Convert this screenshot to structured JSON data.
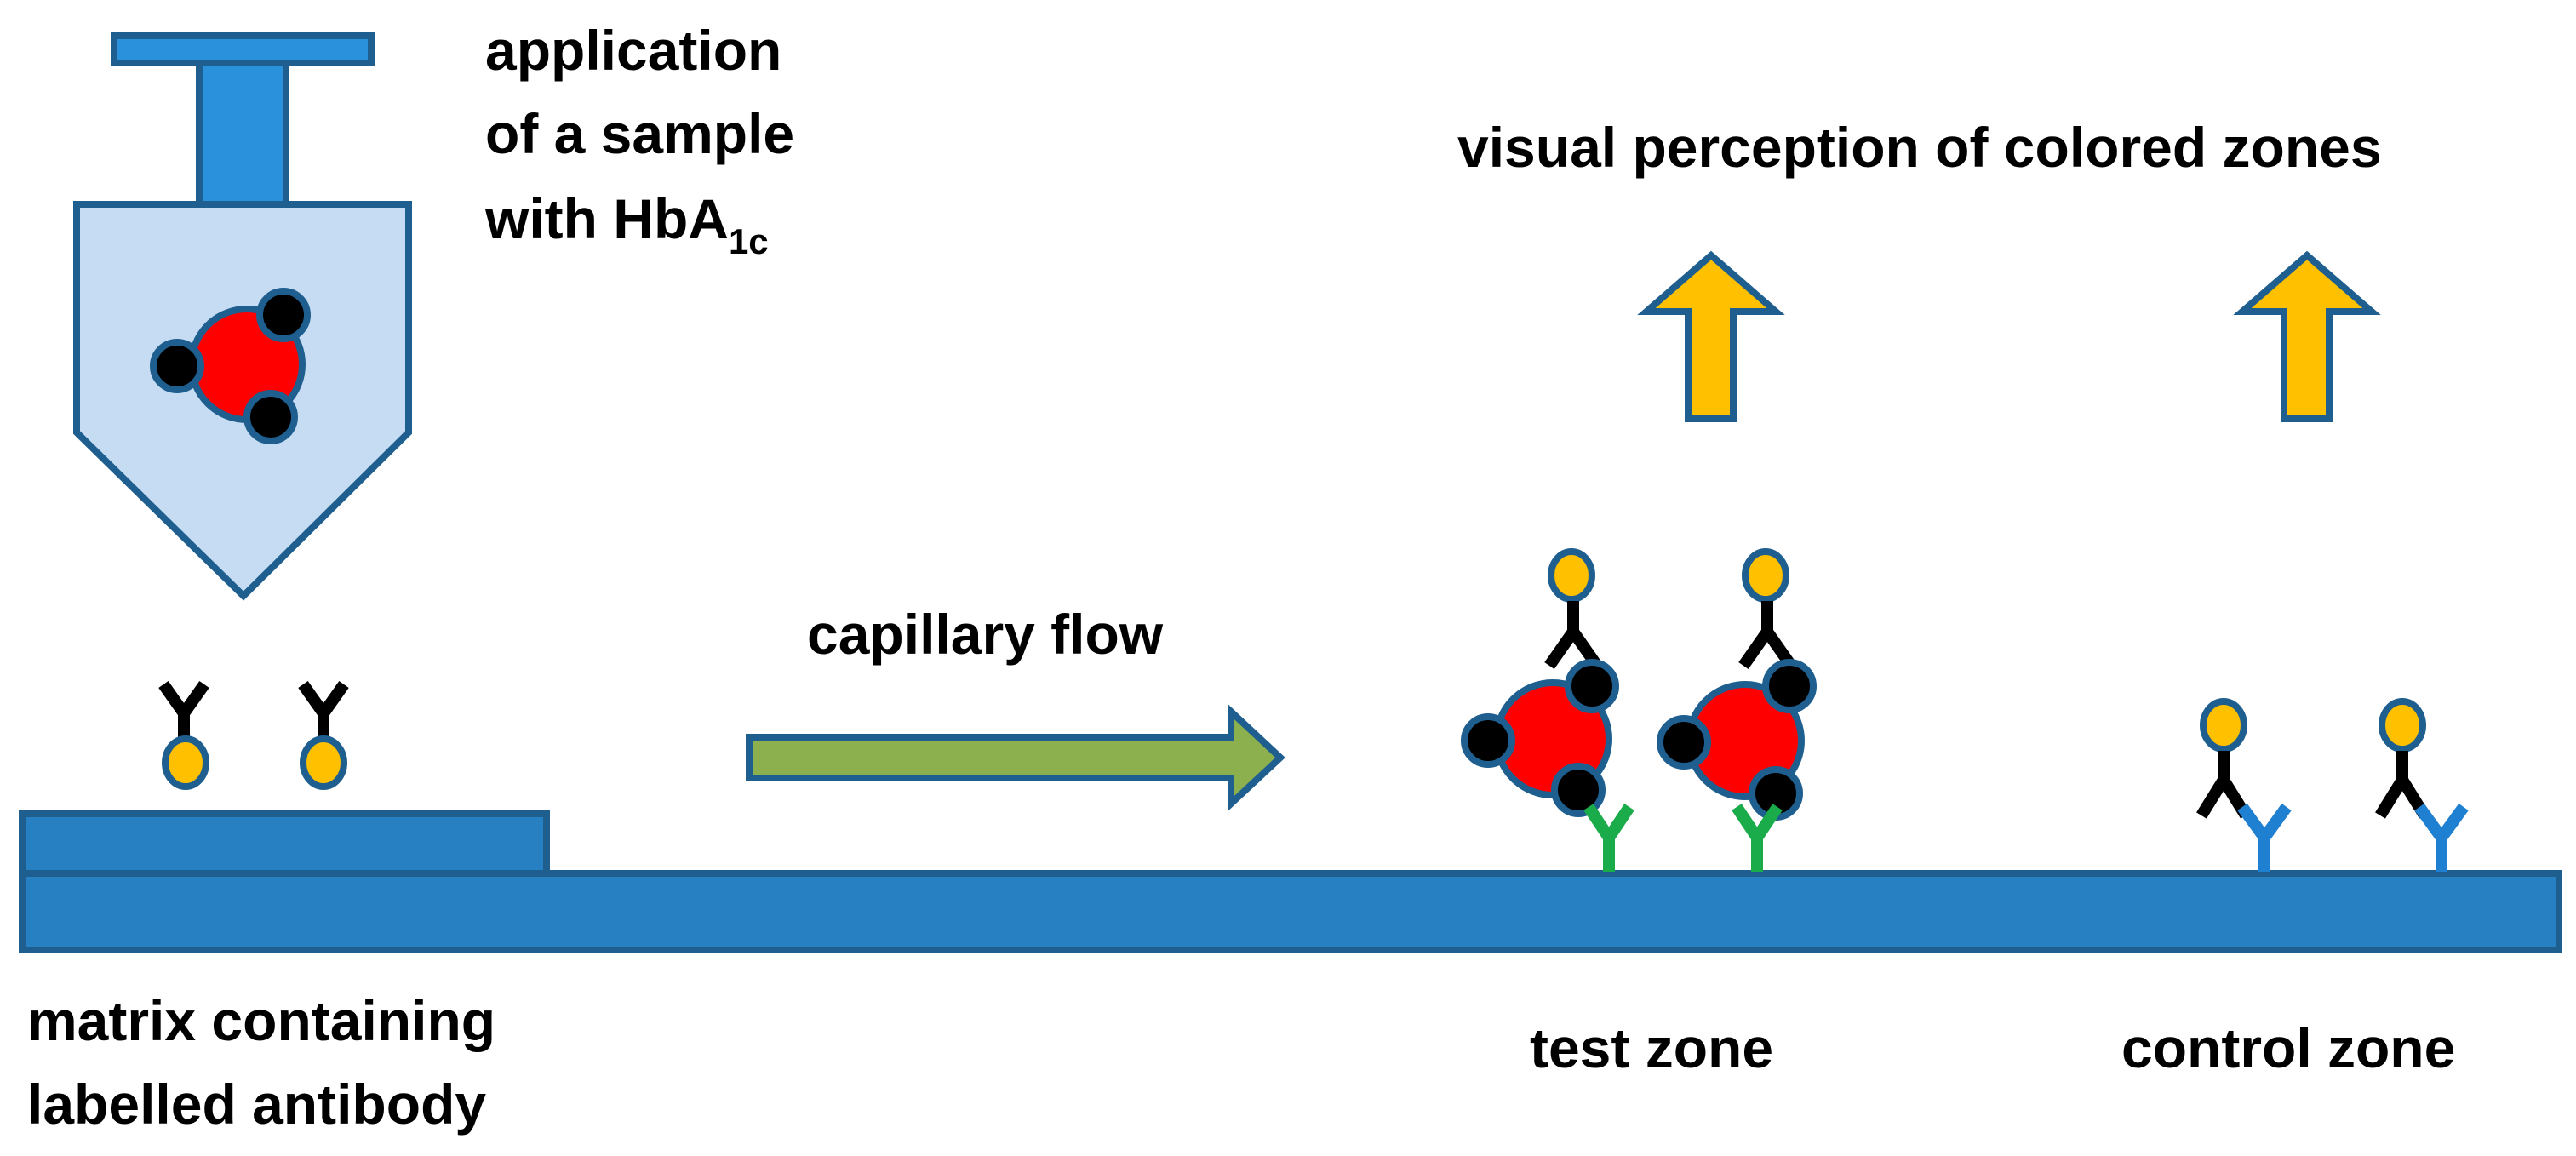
{
  "labels": {
    "application_line1": "application",
    "application_line2": "of a sample",
    "application_line3_prefix": "with HbA",
    "application_line3_subscript": "1c",
    "visual_perception": "visual perception of colored zones",
    "capillary_flow": "capillary flow",
    "matrix_line1": "matrix containing",
    "matrix_line2": "labelled antibody",
    "test_zone": "test zone",
    "control_zone": "control zone"
  },
  "colors": {
    "strip_blue": "#2680c2",
    "outline_blue": "#1f5f8f",
    "pipette_fill": "#c6dcf2",
    "pipette_plunger": "#2a92dc",
    "hba1c_red": "#ff0000",
    "glycation_black": "#000000",
    "label_yellow": "#ffc000",
    "arrow_green": "#8db04e",
    "capture_green": "#1aab4a",
    "control_blue": "#1f7fd0"
  }
}
